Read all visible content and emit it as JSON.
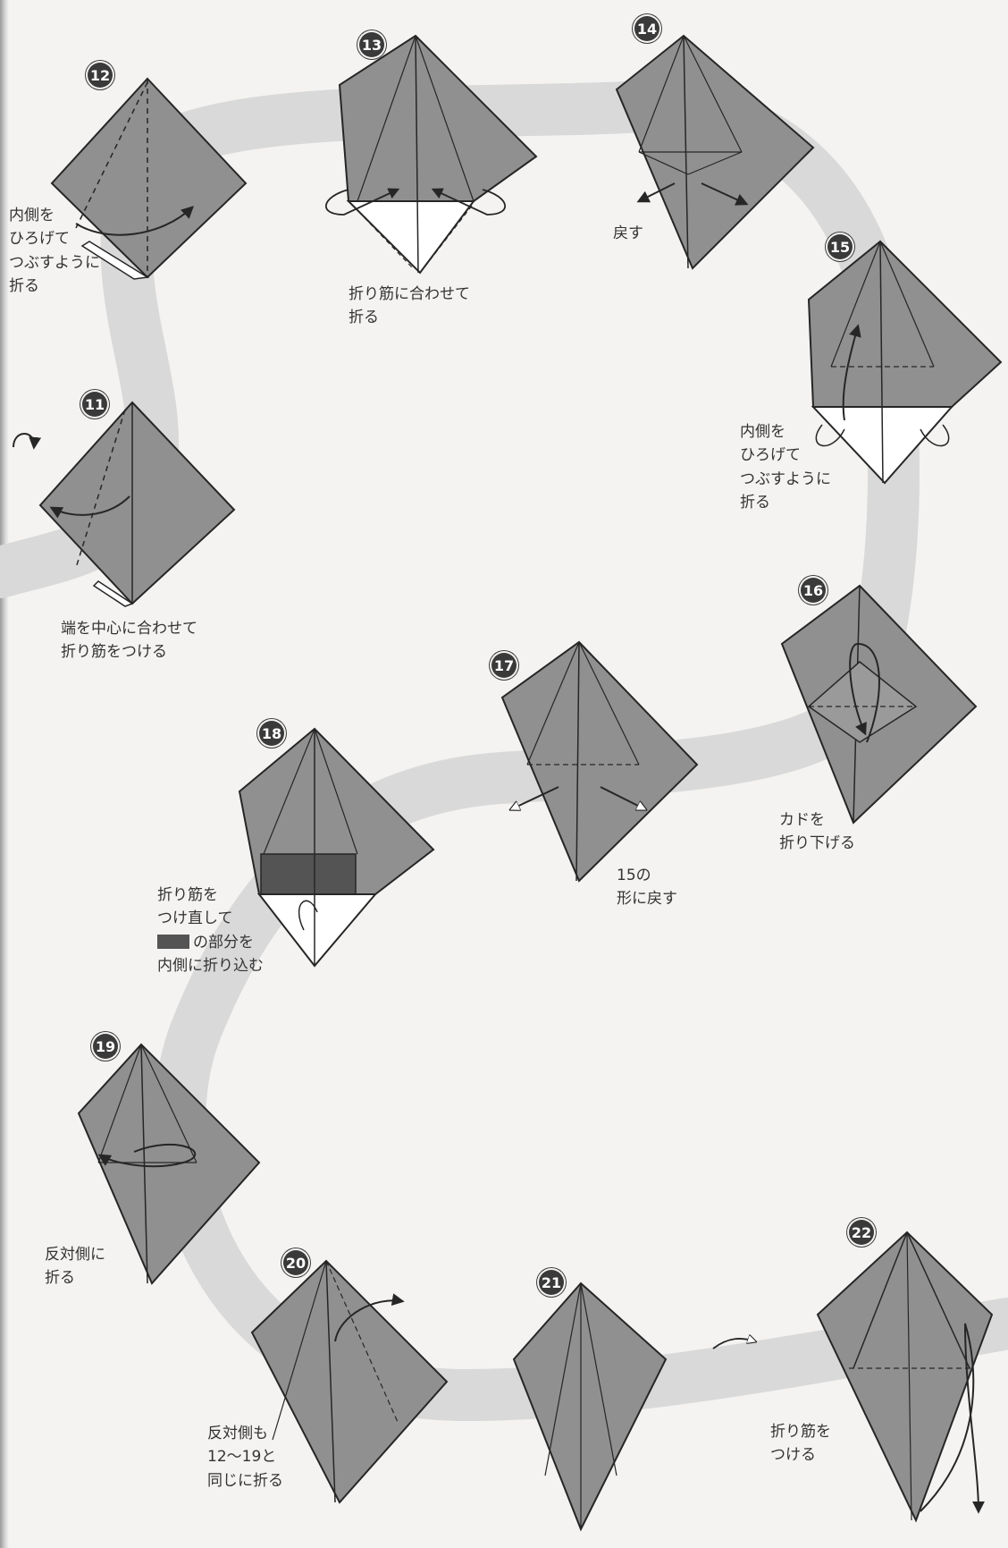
{
  "steps": [
    {
      "number": "12",
      "notes": [
        "内側を",
        "ひろげて",
        "つぶすように",
        "折る"
      ]
    },
    {
      "number": "13",
      "notes": [
        "折り筋に合わせて",
        "折る"
      ]
    },
    {
      "number": "14",
      "notes": [
        "戻す"
      ]
    },
    {
      "number": "15",
      "notes": [
        "内側を",
        "ひろげて",
        "つぶすように",
        "折る"
      ]
    },
    {
      "number": "11",
      "notes": [
        "端を中心に合わせて",
        "折り筋をつける"
      ]
    },
    {
      "number": "16",
      "notes": [
        "カドを",
        "折り下げる"
      ]
    },
    {
      "number": "17",
      "notes": [
        "15の",
        "形に戻す"
      ]
    },
    {
      "number": "18",
      "notes": [
        "折り筋を",
        "つけ直して",
        "の部分を",
        "内側に折り込む"
      ]
    },
    {
      "number": "19",
      "notes": [
        "反対側に",
        "折る"
      ]
    },
    {
      "number": "20",
      "notes": [
        "反対側も",
        "12〜19と",
        "同じに折る"
      ]
    },
    {
      "number": "21",
      "notes": []
    },
    {
      "number": "22",
      "notes": [
        "折り筋を",
        "つける"
      ]
    }
  ],
  "colors": {
    "paper": "#8e8e8e",
    "paper_dark": "#545454",
    "path": "#dcdcdc",
    "line": "#262626",
    "background": "#f4f3f1"
  }
}
